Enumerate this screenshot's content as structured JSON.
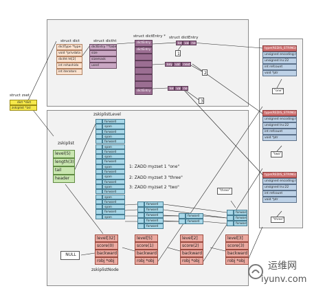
{
  "zset_title": "struct zset",
  "zset_fields": [
    "dict *dict",
    "zskiplist *zsl"
  ],
  "dict": {
    "title": "struct dict",
    "fields": [
      "dictType *type",
      "void *privdata",
      "dictht ht[2]",
      "int rehashidx",
      "int iterators"
    ]
  },
  "dictht": {
    "title": "struct dictht",
    "fields": [
      "dictEntry **table",
      "size",
      "sizemask",
      "used"
    ]
  },
  "dictentry_ptr_title": "struct dictEntry *",
  "dictentry_title": "struct dictEntry",
  "dictentry_rows": [
    "dictEntry *",
    "dictEntry *",
    "dictEntry *"
  ],
  "entry_fields": [
    "key",
    "val",
    "next"
  ],
  "refs": [
    "1",
    "2",
    "3"
  ],
  "robj": {
    "red_label": "type(REDIS_STRING)",
    "fields": [
      "unsigned encoding:4",
      "unsigned lru:22",
      "int refcount",
      "void *ptr"
    ],
    "strings": [
      "\"one\"",
      "\"two\"",
      "\"three\""
    ]
  },
  "skiplist": {
    "level_title": "zskiplistLevel",
    "struct_title": "zskiplist",
    "header_fields": [
      "level(5)",
      "length(3)",
      "tail",
      "header"
    ],
    "level_rows": [
      [
        "forward",
        "span"
      ],
      [
        "forward",
        "span"
      ],
      [
        "forward",
        "span"
      ],
      [
        "forward",
        "span"
      ]
    ],
    "forward_label": "forward",
    "span_label": "span",
    "null_label": "NULL",
    "node_title": "zskiplistNode",
    "three_tag": "\"three\"",
    "nodes": [
      {
        "fields": [
          "level[32]",
          "score(0)",
          "backward",
          "robj *obj"
        ]
      },
      {
        "fields": [
          "level[5]",
          "score(1)",
          "backward",
          "robj *obj"
        ]
      },
      {
        "fields": [
          "level[2]",
          "score(2)",
          "backward",
          "robj *obj"
        ]
      },
      {
        "fields": [
          "level[3]",
          "score(3)",
          "backward",
          "robj *obj"
        ]
      }
    ]
  },
  "commands": [
    "1: ZADD myzset 1 \"one\"",
    "2: ZADD myzset 3 \"three\"",
    "3: ZADD myzset 2 \"two\""
  ],
  "watermark": {
    "name": "运维网",
    "url": "iyunv.com"
  }
}
